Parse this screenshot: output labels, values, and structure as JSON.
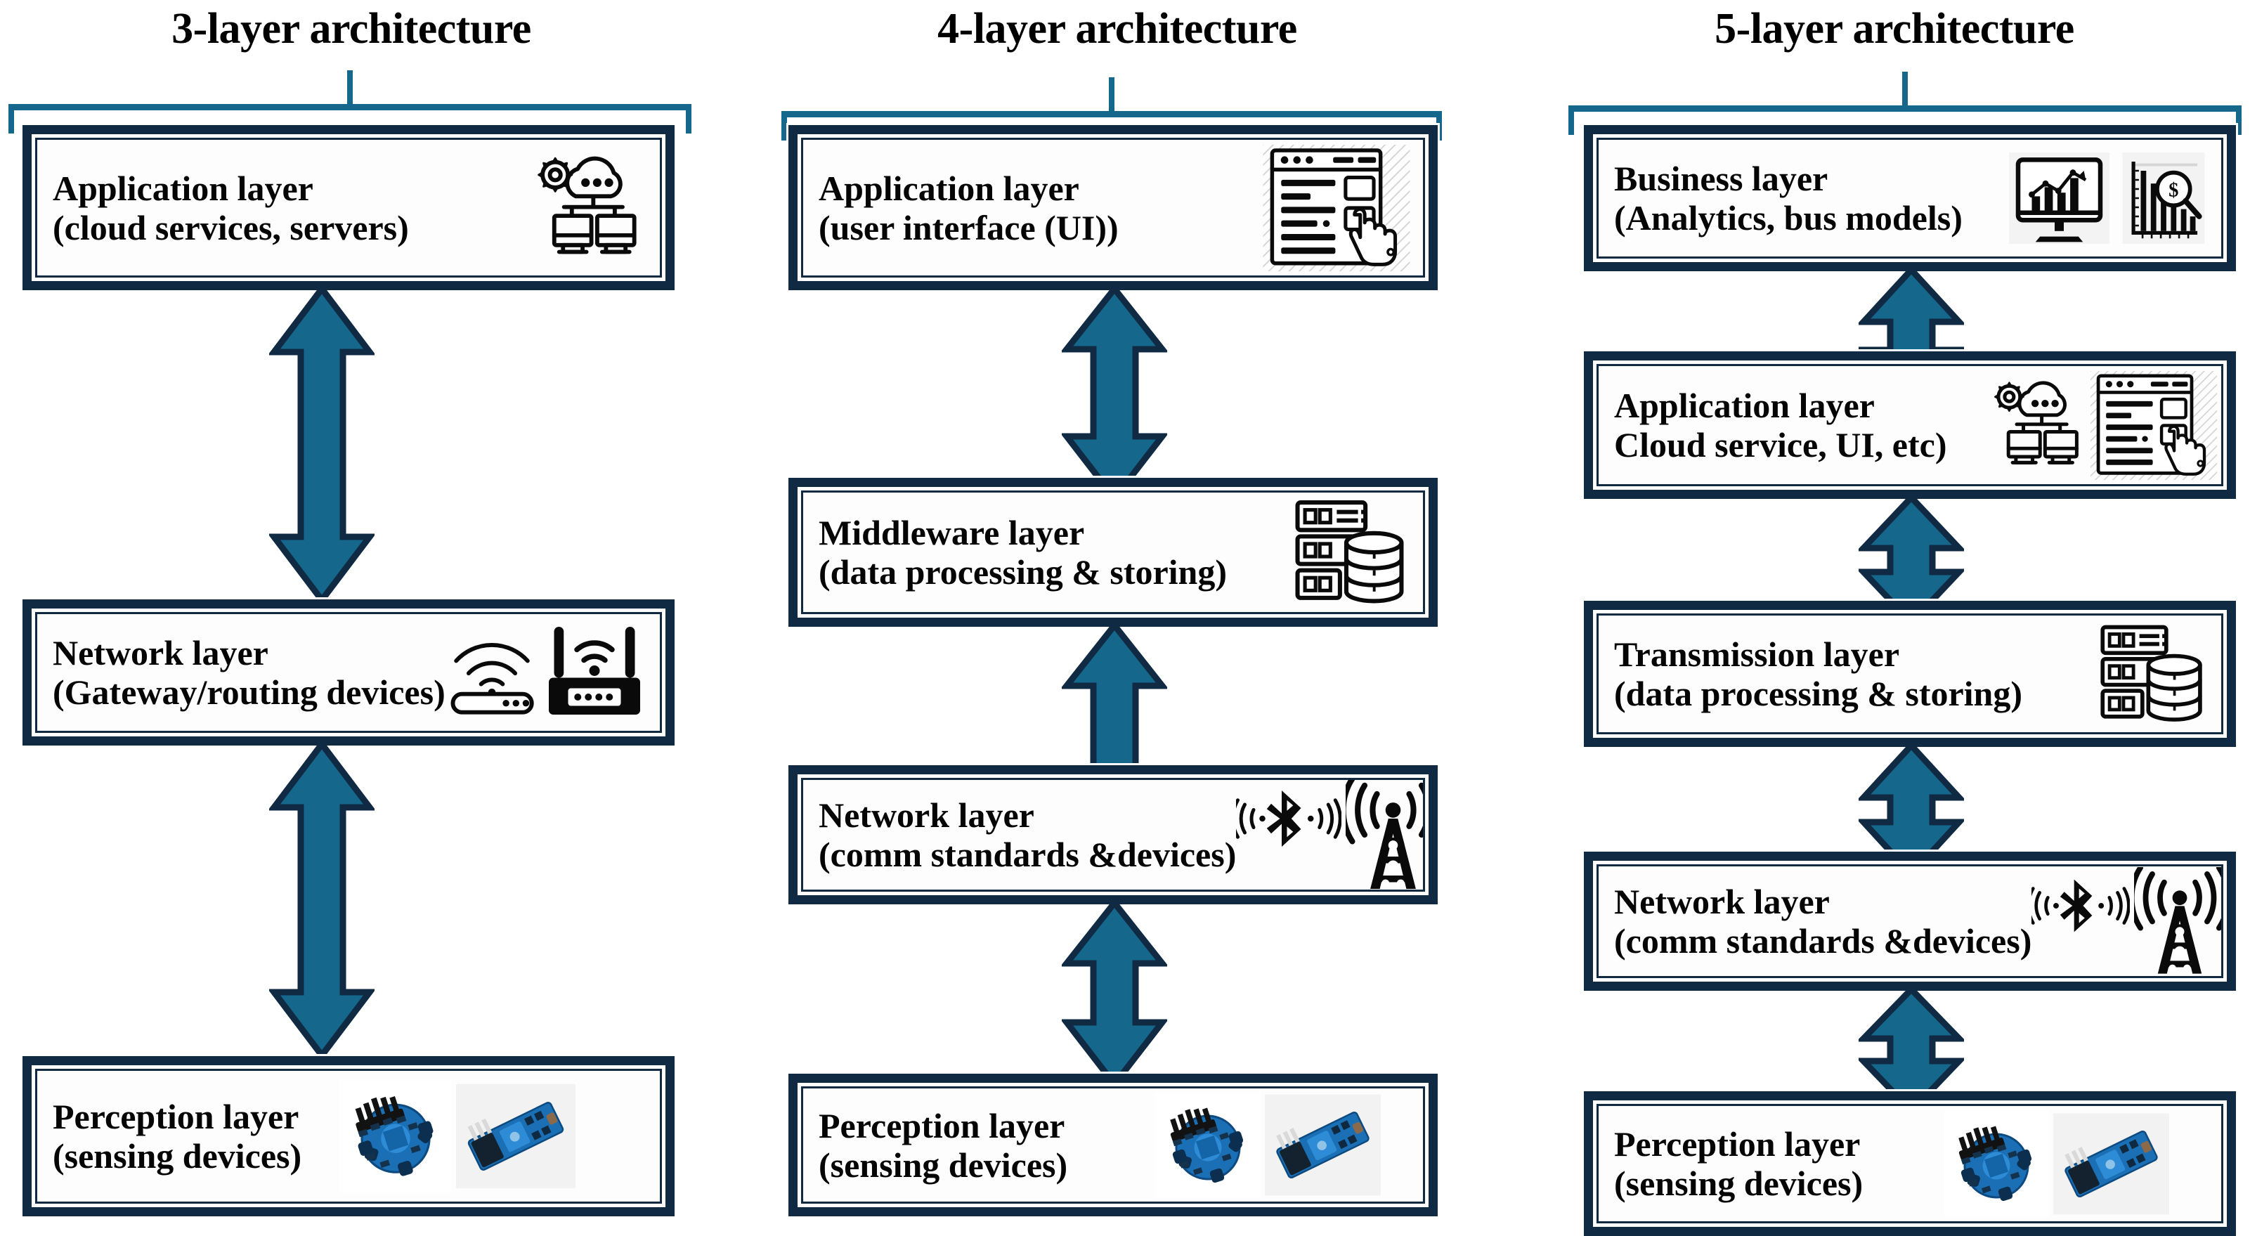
{
  "palette": {
    "arrow_fill": "#15688C",
    "arrow_stroke": "#102A43",
    "box_border": "#102A43",
    "bracket": "#15688C",
    "text": "#050505",
    "background": "#FFFFFF",
    "sensor_blue": "#1A6FB5"
  },
  "columns": [
    {
      "id": "three-layer",
      "title": "3-layer architecture",
      "layers": [
        {
          "name": "application",
          "line1": "Application layer",
          "line2": "(cloud services, servers)",
          "icons": [
            "cloud-gear-servers-icon"
          ]
        },
        {
          "name": "network",
          "line1": "Network layer",
          "line2": "(Gateway/routing devices)",
          "icons": [
            "wifi-access-point-icon",
            "wifi-router-icon"
          ]
        },
        {
          "name": "perception",
          "line1": "Perception layer",
          "line2": "(sensing devices)",
          "icons": [
            "sensor-module-round-icon",
            "sensor-module-board-icon"
          ]
        }
      ],
      "connectors": [
        "double-arrow-vertical",
        "double-arrow-vertical"
      ]
    },
    {
      "id": "four-layer",
      "title": "4-layer architecture",
      "layers": [
        {
          "name": "application",
          "line1": "Application layer",
          "line2": "(user interface (UI))",
          "icons": [
            "ui-window-hand-icon"
          ]
        },
        {
          "name": "middleware",
          "line1": "Middleware layer",
          "line2": "(data processing & storing)",
          "icons": [
            "server-database-icon"
          ]
        },
        {
          "name": "network",
          "line1": "Network layer",
          "line2": "(comm standards &devices)",
          "icons": [
            "bluetooth-signal-icon",
            "radio-tower-icon"
          ]
        },
        {
          "name": "perception",
          "line1": "Perception layer",
          "line2": "(sensing devices)",
          "icons": [
            "sensor-module-round-icon",
            "sensor-module-board-icon"
          ]
        }
      ],
      "connectors": [
        "double-arrow-vertical",
        "double-arrow-vertical",
        "double-arrow-vertical"
      ]
    },
    {
      "id": "five-layer",
      "title": "5-layer architecture",
      "layers": [
        {
          "name": "business",
          "line1": "Business layer",
          "line2": "(Analytics, bus models)",
          "icons": [
            "analytics-monitor-icon",
            "financial-chart-icon"
          ]
        },
        {
          "name": "application",
          "line1": "Application layer",
          "line2": "Cloud service, UI, etc)",
          "icons": [
            "cloud-gear-servers-icon",
            "ui-window-hand-icon"
          ]
        },
        {
          "name": "transmission",
          "line1": "Transmission  layer",
          "line2": "(data processing & storing)",
          "icons": [
            "server-database-icon"
          ]
        },
        {
          "name": "network",
          "line1": "Network layer",
          "line2": "(comm standards &devices)",
          "icons": [
            "bluetooth-signal-icon",
            "radio-tower-icon"
          ]
        },
        {
          "name": "perception",
          "line1": "Perception layer",
          "line2": "(sensing devices)",
          "icons": [
            "sensor-module-round-icon",
            "sensor-module-board-icon"
          ]
        }
      ],
      "connectors": [
        "double-arrow-vertical",
        "double-arrow-vertical",
        "double-arrow-vertical",
        "double-arrow-vertical"
      ]
    }
  ]
}
